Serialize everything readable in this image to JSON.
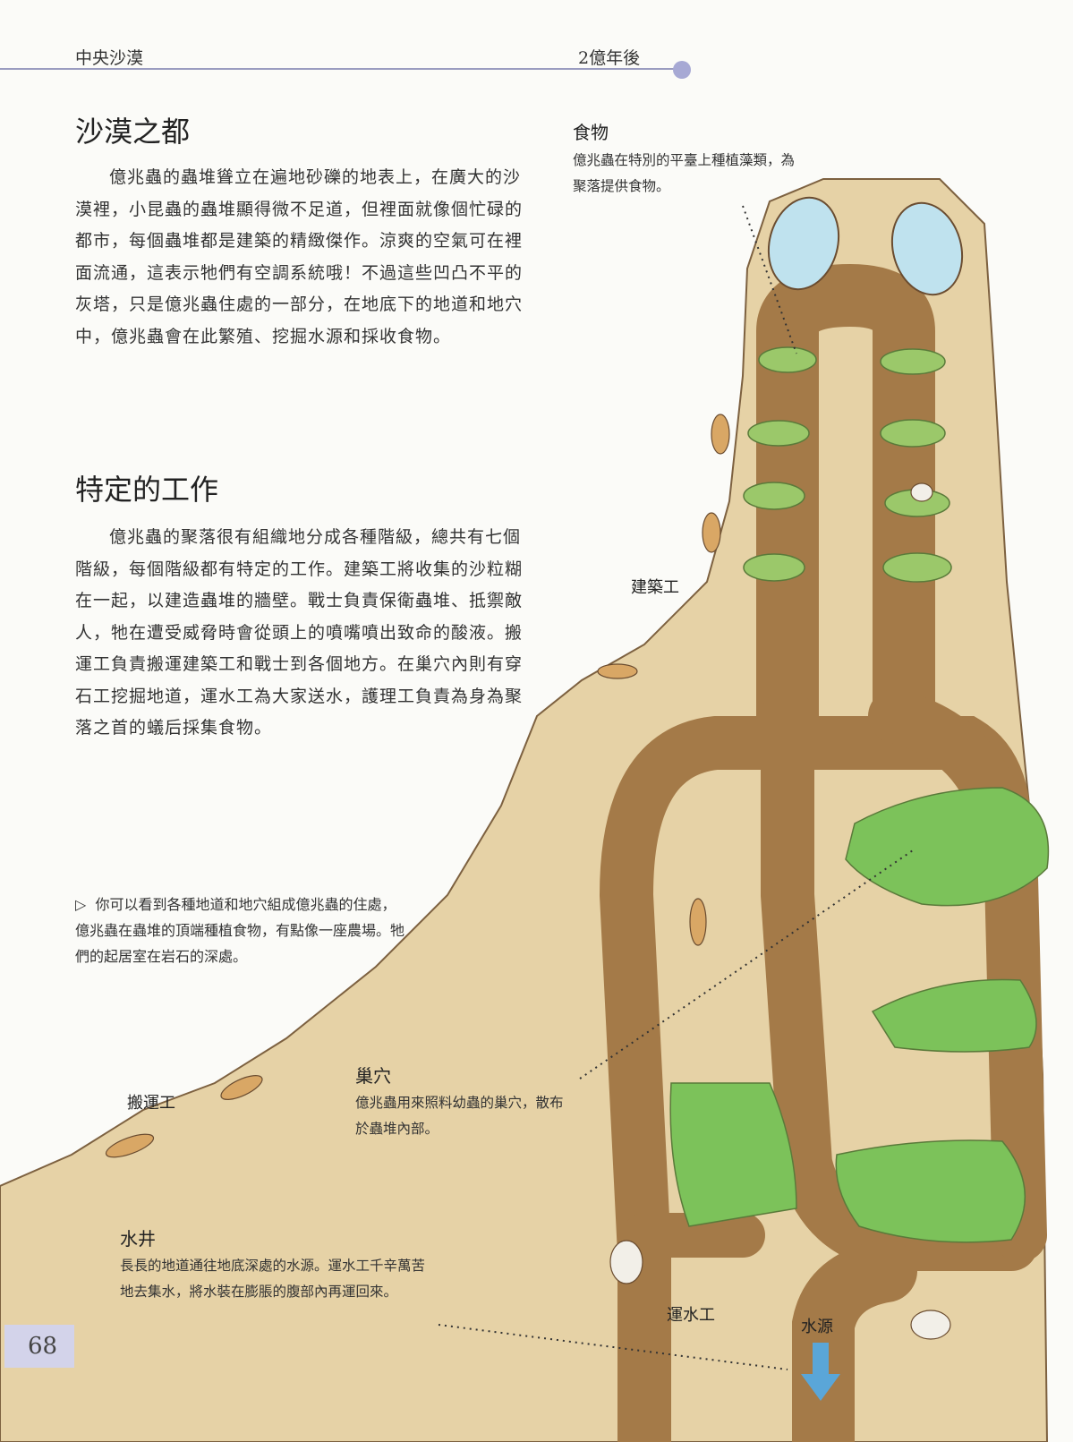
{
  "header": {
    "section": "中央沙漠",
    "era": "2億年後"
  },
  "article1": {
    "title": "沙漠之都",
    "body": "億兆蟲的蟲堆聳立在遍地砂礫的地表上，在廣大的沙漠裡，小昆蟲的蟲堆顯得微不足道，但裡面就像個忙碌的都市，每個蟲堆都是建築的精緻傑作。涼爽的空氣可在裡面流通，這表示牠們有空調系統哦！不過這些凹凸不平的灰塔，只是億兆蟲住處的一部分，在地底下的地道和地穴中，億兆蟲會在此繁殖、挖掘水源和採收食物。"
  },
  "article2": {
    "title": "特定的工作",
    "body": "億兆蟲的聚落很有組織地分成各種階級，總共有七個階級，每個階級都有特定的工作。建築工將收集的沙粒糊在一起，以建造蟲堆的牆壁。戰士負責保衛蟲堆、抵禦敵人，牠在遭受威脅時會從頭上的噴嘴噴出致命的酸液。搬運工負責搬運建築工和戰士到各個地方。在巢穴內則有穿石工挖掘地道，運水工為大家送水，護理工負責為身為聚落之首的蟻后採集食物。"
  },
  "caption": {
    "marker": "▷",
    "text": "你可以看到各種地道和地穴組成億兆蟲的住處，億兆蟲在蟲堆的頂端種植食物，有點像一座農場。牠們的起居室在岩石的深處。"
  },
  "annotations": {
    "food": {
      "title": "食物",
      "text": "億兆蟲在特別的平臺上種植藻類，為聚落提供食物。"
    },
    "nest": {
      "title": "巢穴",
      "text": "億兆蟲用來照料幼蟲的巢穴，散布於蟲堆內部。"
    },
    "well": {
      "title": "水井",
      "text": "長長的地道通往地底深處的水源。運水工千辛萬苦地去集水，將水裝在膨脹的腹部內再運回來。"
    },
    "builder": "建築工",
    "carrier": "搬運工",
    "water_carrier": "運水工",
    "water_source": "水源"
  },
  "page_number": "68",
  "colors": {
    "sand": "#e6d2a6",
    "tunnel": "#a47a48",
    "chamber": "#7cc25a",
    "water": "#5aa6d8",
    "header_line": "#9a9cc0"
  }
}
